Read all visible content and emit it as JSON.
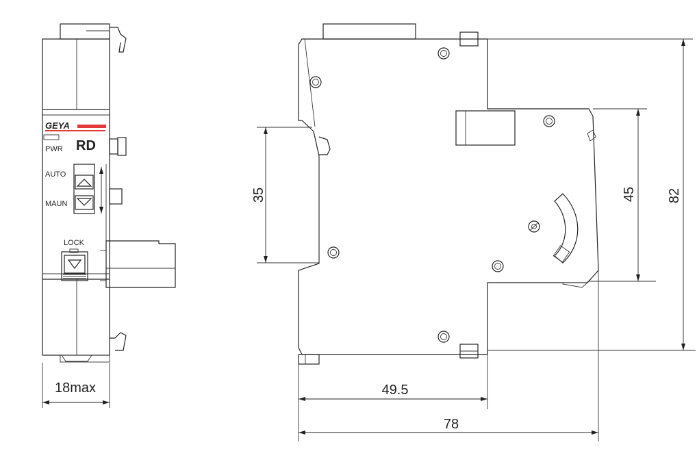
{
  "brand": {
    "logo_text": "GEYA",
    "accent_color": "#e23a3a"
  },
  "front_view": {
    "model": "RD",
    "labels": {
      "pwr": "PWR",
      "auto": "AUTO",
      "maun": "MAUN",
      "lock": "LOCK"
    }
  },
  "dimensions": {
    "width_max": "18max",
    "depth_front": "49.5",
    "depth_total": "78",
    "height_terminal": "35",
    "height_front": "45",
    "height_total": "82"
  }
}
